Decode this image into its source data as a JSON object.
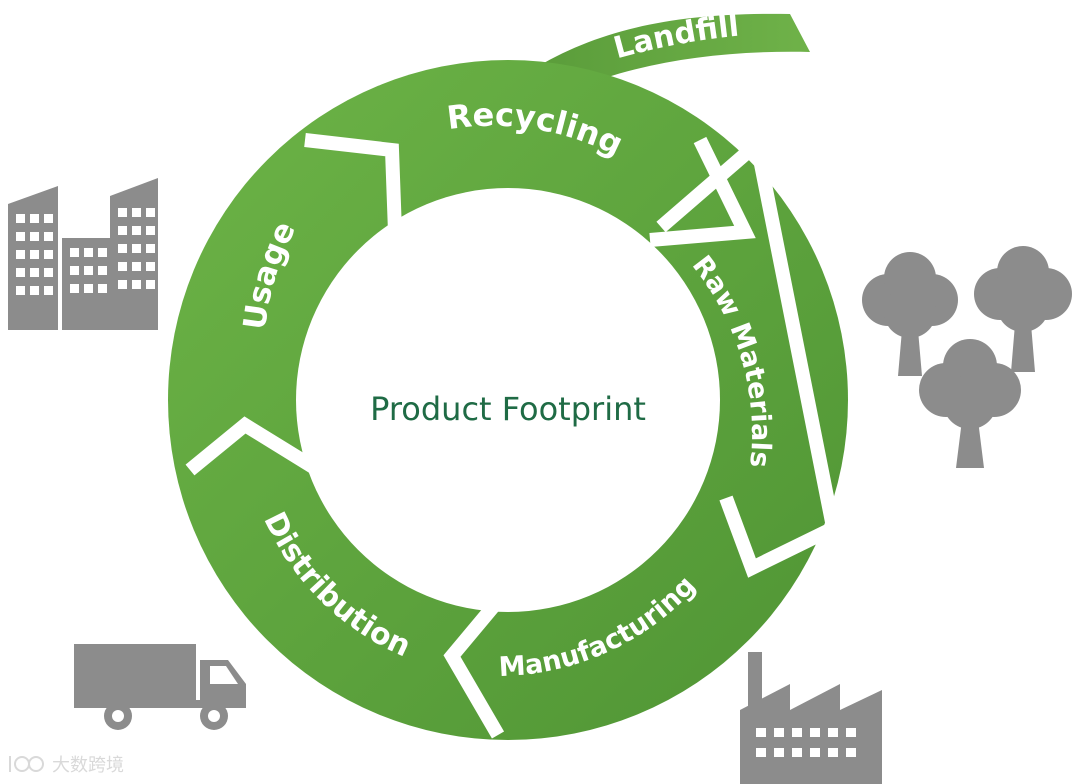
{
  "center": {
    "title": "Product Footprint"
  },
  "segments": [
    {
      "id": "raw-materials",
      "label": "Raw Materials"
    },
    {
      "id": "manufacturing",
      "label": "Manufacturing"
    },
    {
      "id": "distribution",
      "label": "Distribution"
    },
    {
      "id": "usage",
      "label": "Usage"
    },
    {
      "id": "recycling",
      "label": "Recycling"
    }
  ],
  "branch": {
    "label": "Landfill"
  },
  "icons": [
    "buildings-icon",
    "trees-icon",
    "truck-icon",
    "factory-icon"
  ],
  "watermark": {
    "text": "大数跨境"
  },
  "colors": {
    "segment_green": "#5fa33e",
    "segment_green_light": "#7cbd50",
    "center_text": "#1f6b45",
    "icon_gray": "#8c8c8c"
  }
}
